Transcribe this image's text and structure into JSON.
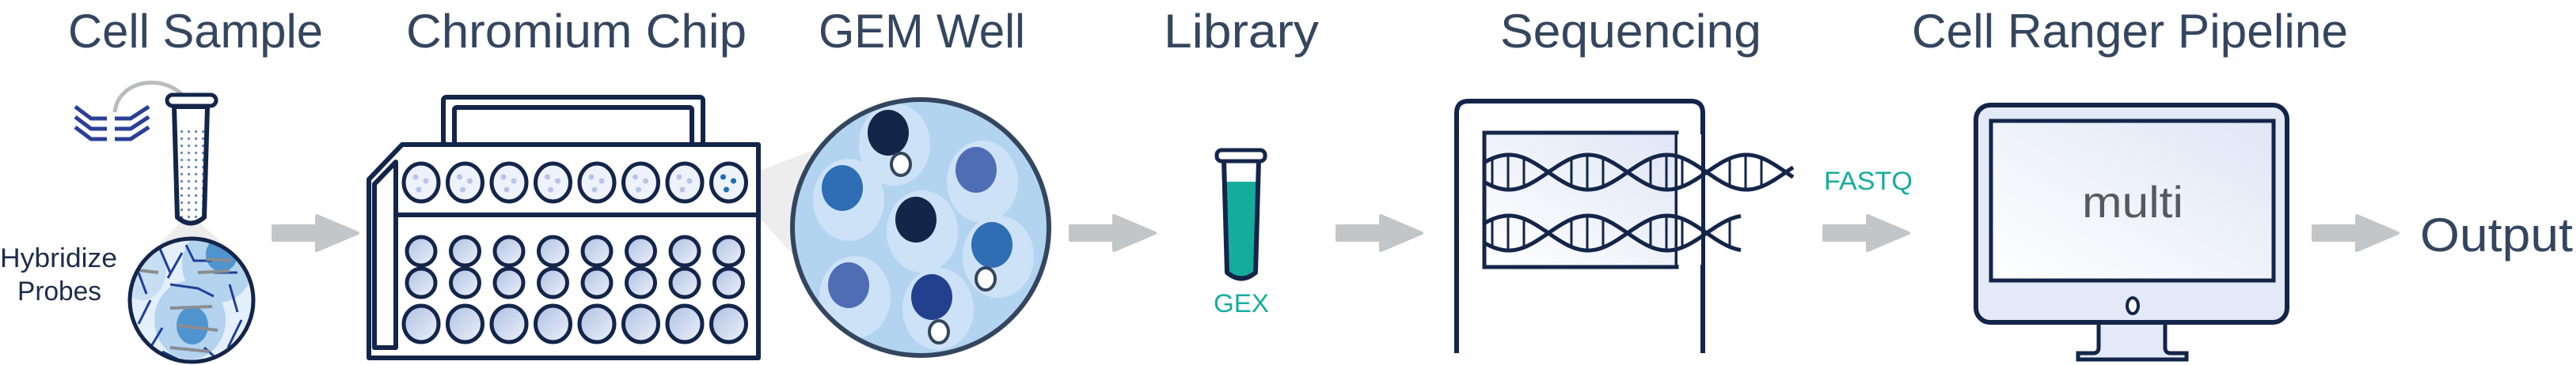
{
  "titles": {
    "cell_sample": "Cell Sample",
    "chromium_chip": "Chromium Chip",
    "gem_well": "GEM Well",
    "library": "Library",
    "sequencing": "Sequencing",
    "pipeline": "Cell Ranger Pipeline",
    "output": "Output"
  },
  "labels": {
    "hybridize_line1": "Hybridize",
    "hybridize_line2": "Probes",
    "gex": "GEX",
    "fastq": "FASTQ",
    "monitor_command": "multi"
  },
  "colors": {
    "title": "#34465f",
    "outline": "#14254a",
    "accent_teal": "#14ad9c",
    "arrow": "#c3c6c8",
    "well_fill": "#c9d6ee",
    "gem_fill": "#b3d4f0"
  }
}
